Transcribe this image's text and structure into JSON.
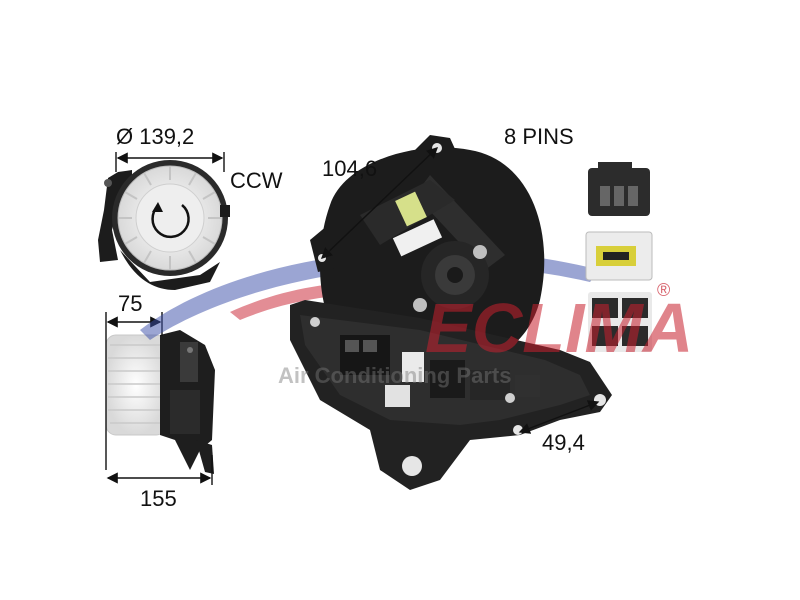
{
  "dimensions": {
    "diameter": "Ø 139,2",
    "rotation": "CCW",
    "pin_count": "8 PINS",
    "mount_span": "104,6",
    "hole_spacing": "49,4",
    "axial_depth": "75",
    "overall_length": "155"
  },
  "watermark": {
    "brand": "ECLIMA",
    "registered": "®",
    "tagline": "Air Conditioning Parts"
  },
  "colors": {
    "brand_red": "#c8202e",
    "brand_blue": "#3a4fa8",
    "housing_black": "#1c1c1c",
    "impeller_white": "#f2f2f2",
    "connector_yellow": "#d8cf3a"
  }
}
